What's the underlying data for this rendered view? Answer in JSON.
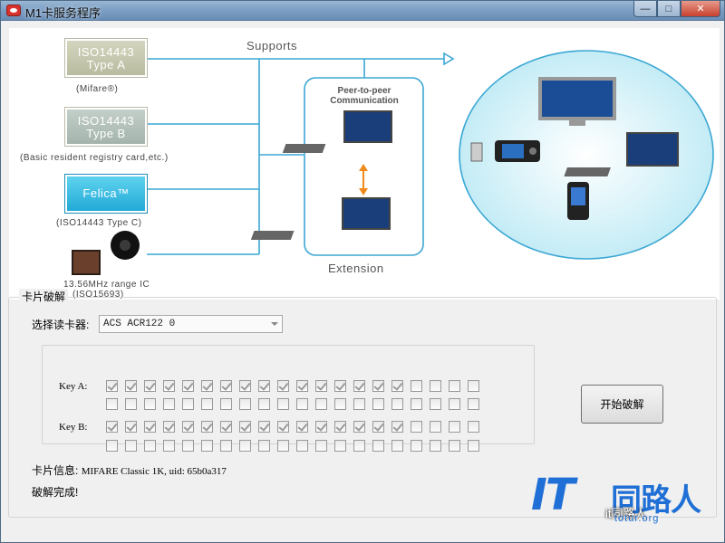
{
  "window": {
    "title": "M1卡服务程序",
    "controls": {
      "minimize": "—",
      "maximize": "□",
      "close": "✕"
    }
  },
  "diagram": {
    "chips": [
      {
        "line1": "ISO14443",
        "line2": "Type A",
        "caption": "(Mifare®)"
      },
      {
        "line1": "ISO14443",
        "line2": "Type B",
        "caption": "(Basic resident registry card,etc.)"
      },
      {
        "line1": "Felica™",
        "line2": "",
        "caption": "(ISO14443 Type C)"
      }
    ],
    "ic_caption_line1": "13.56MHz range IC",
    "ic_caption_line2": "(ISO15693)",
    "supports_label": "Supports",
    "p2p_line1": "Peer-to-peer",
    "p2p_line2": "Communication",
    "extension_label": "Extension",
    "colors": {
      "line": "#3aa7d3",
      "felica": "#22a9d6",
      "arrow": "#f08a1c"
    }
  },
  "crack": {
    "group_title": "卡片破解",
    "reader_label": "选择读卡器:",
    "reader_selected": "ACS ACR122 0",
    "key_a_label": "Key A:",
    "key_b_label": "Key B:",
    "key_a_row1": [
      true,
      true,
      true,
      true,
      true,
      true,
      true,
      true,
      true,
      true,
      true,
      true,
      true,
      true,
      true,
      true,
      false,
      false,
      false,
      false
    ],
    "key_a_row2": [
      false,
      false,
      false,
      false,
      false,
      false,
      false,
      false,
      false,
      false,
      false,
      false,
      false,
      false,
      false,
      false,
      false,
      false,
      false,
      false
    ],
    "key_b_row1": [
      true,
      true,
      true,
      true,
      true,
      true,
      true,
      true,
      true,
      true,
      true,
      true,
      true,
      true,
      true,
      true,
      false,
      false,
      false,
      false
    ],
    "key_b_row2": [
      false,
      false,
      false,
      false,
      false,
      false,
      false,
      false,
      false,
      false,
      false,
      false,
      false,
      false,
      false,
      false,
      false,
      false,
      false,
      false
    ],
    "start_button": "开始破解",
    "card_info_label": "卡片信息:",
    "card_info_value": "MIFARE Classic 1K, uid: 65b0a317",
    "status": "破解完成!"
  },
  "watermark": {
    "logo_it": "IT",
    "logo_cn": "同路人",
    "url": "totur.org",
    "wechat": "it同路人"
  }
}
